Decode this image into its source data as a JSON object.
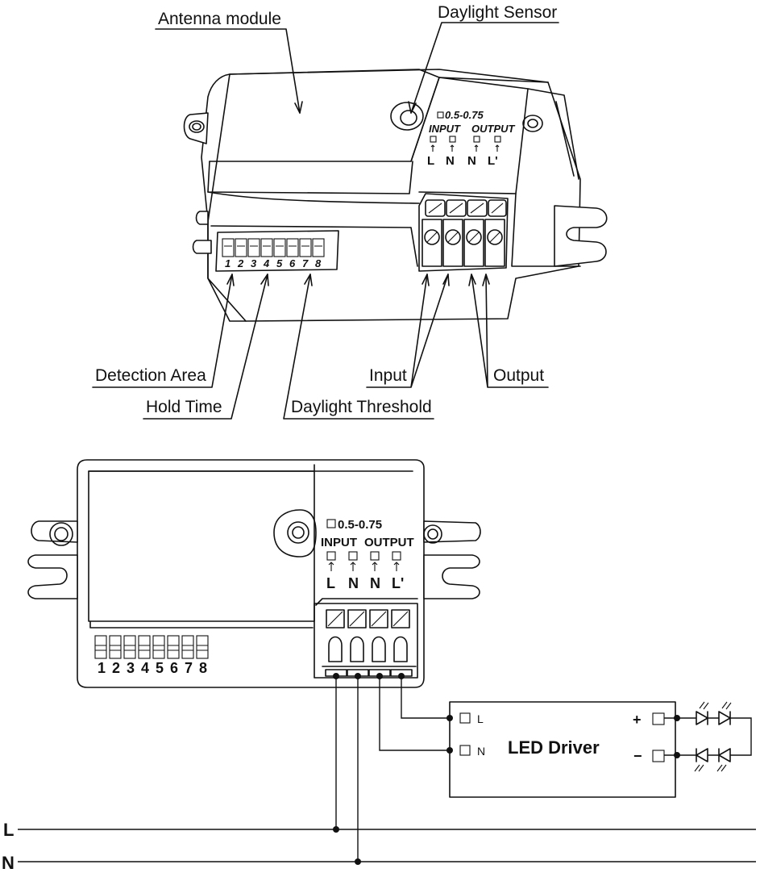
{
  "callouts": {
    "antenna_module": "Antenna module",
    "daylight_sensor": "Daylight Sensor",
    "detection_area": "Detection Area",
    "hold_time": "Hold Time",
    "daylight_threshold": "Daylight Threshold",
    "input": "Input",
    "output": "Output"
  },
  "top_device": {
    "wire_size": "0.5-0.75",
    "input_label": "INPUT",
    "output_label": "OUTPUT",
    "terminals": [
      "L",
      "N",
      "N",
      "L'"
    ],
    "dip_numbers": [
      "1",
      "2",
      "3",
      "4",
      "5",
      "6",
      "7",
      "8"
    ]
  },
  "bottom_device": {
    "wire_size": "0.5-0.75",
    "input_label": "INPUT",
    "output_label": "OUTPUT",
    "terminals": [
      "L",
      "N",
      "N",
      "L'"
    ],
    "dip_numbers": [
      "1",
      "2",
      "3",
      "4",
      "5",
      "6",
      "7",
      "8"
    ]
  },
  "led_driver": {
    "title": "LED Driver",
    "in_l": "L",
    "in_n": "N",
    "plus": "+",
    "minus": "−"
  },
  "bus": {
    "l": "L",
    "n": "N"
  },
  "icons": [
    "arrow-up-icon",
    "led-diode-icon",
    "screw-terminal-icon",
    "dip-switch-icon"
  ]
}
